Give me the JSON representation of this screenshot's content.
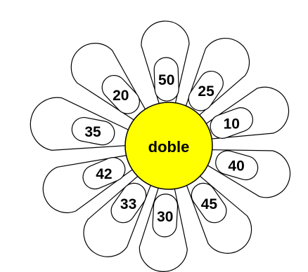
{
  "worksheet": {
    "center_label": "doble",
    "center_color": "#ffff00",
    "petals": [
      {
        "value": "50"
      },
      {
        "value": "25"
      },
      {
        "value": "10"
      },
      {
        "value": "40"
      },
      {
        "value": "45"
      },
      {
        "value": "30"
      },
      {
        "value": "33"
      },
      {
        "value": "42"
      },
      {
        "value": "35"
      },
      {
        "value": "20"
      }
    ]
  }
}
